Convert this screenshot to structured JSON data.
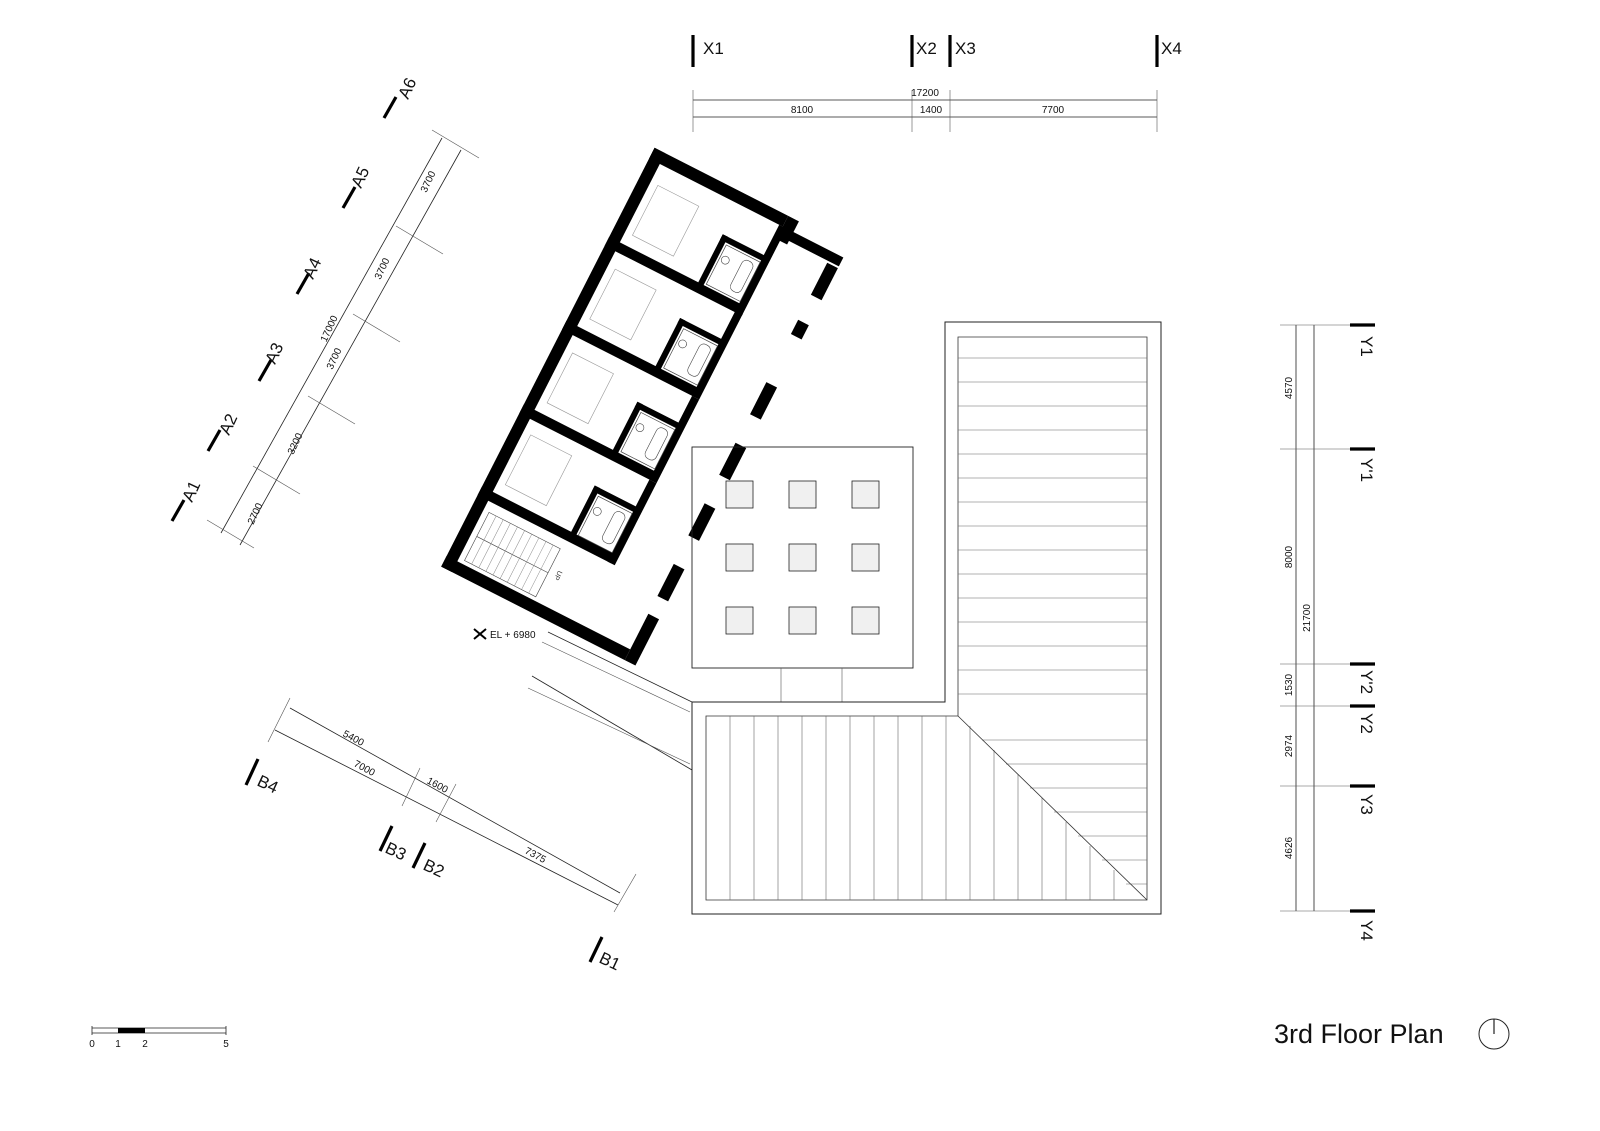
{
  "drawing": {
    "title": "3rd Floor Plan",
    "elevation_label": "EL + 6980",
    "stair_label": "UP"
  },
  "grid_x": {
    "labels": [
      "X1",
      "X2",
      "X3",
      "X4"
    ],
    "total": "17200",
    "spans": [
      "8100",
      "1400",
      "7700"
    ]
  },
  "grid_y": {
    "labels": [
      "Y1",
      "Y'1",
      "Y'2",
      "Y2",
      "Y3",
      "Y4"
    ],
    "total": "21700",
    "spans": [
      "4570",
      "8000",
      "1530",
      "2974",
      "4626"
    ]
  },
  "grid_a": {
    "labels": [
      "A1",
      "A2",
      "A3",
      "A4",
      "A5",
      "A6"
    ],
    "total": "17000",
    "spans": [
      "2700",
      "3200",
      "3700",
      "3700",
      "3700"
    ]
  },
  "grid_b": {
    "labels": [
      "B4",
      "B3",
      "B2",
      "B1"
    ],
    "overall": "5400",
    "spans": [
      "7000",
      "1600",
      "7375"
    ]
  },
  "scale_bar": {
    "ticks": [
      "0",
      "1",
      "2",
      "5"
    ]
  },
  "north_arrow": {
    "icon": "north-arrow-icon"
  }
}
